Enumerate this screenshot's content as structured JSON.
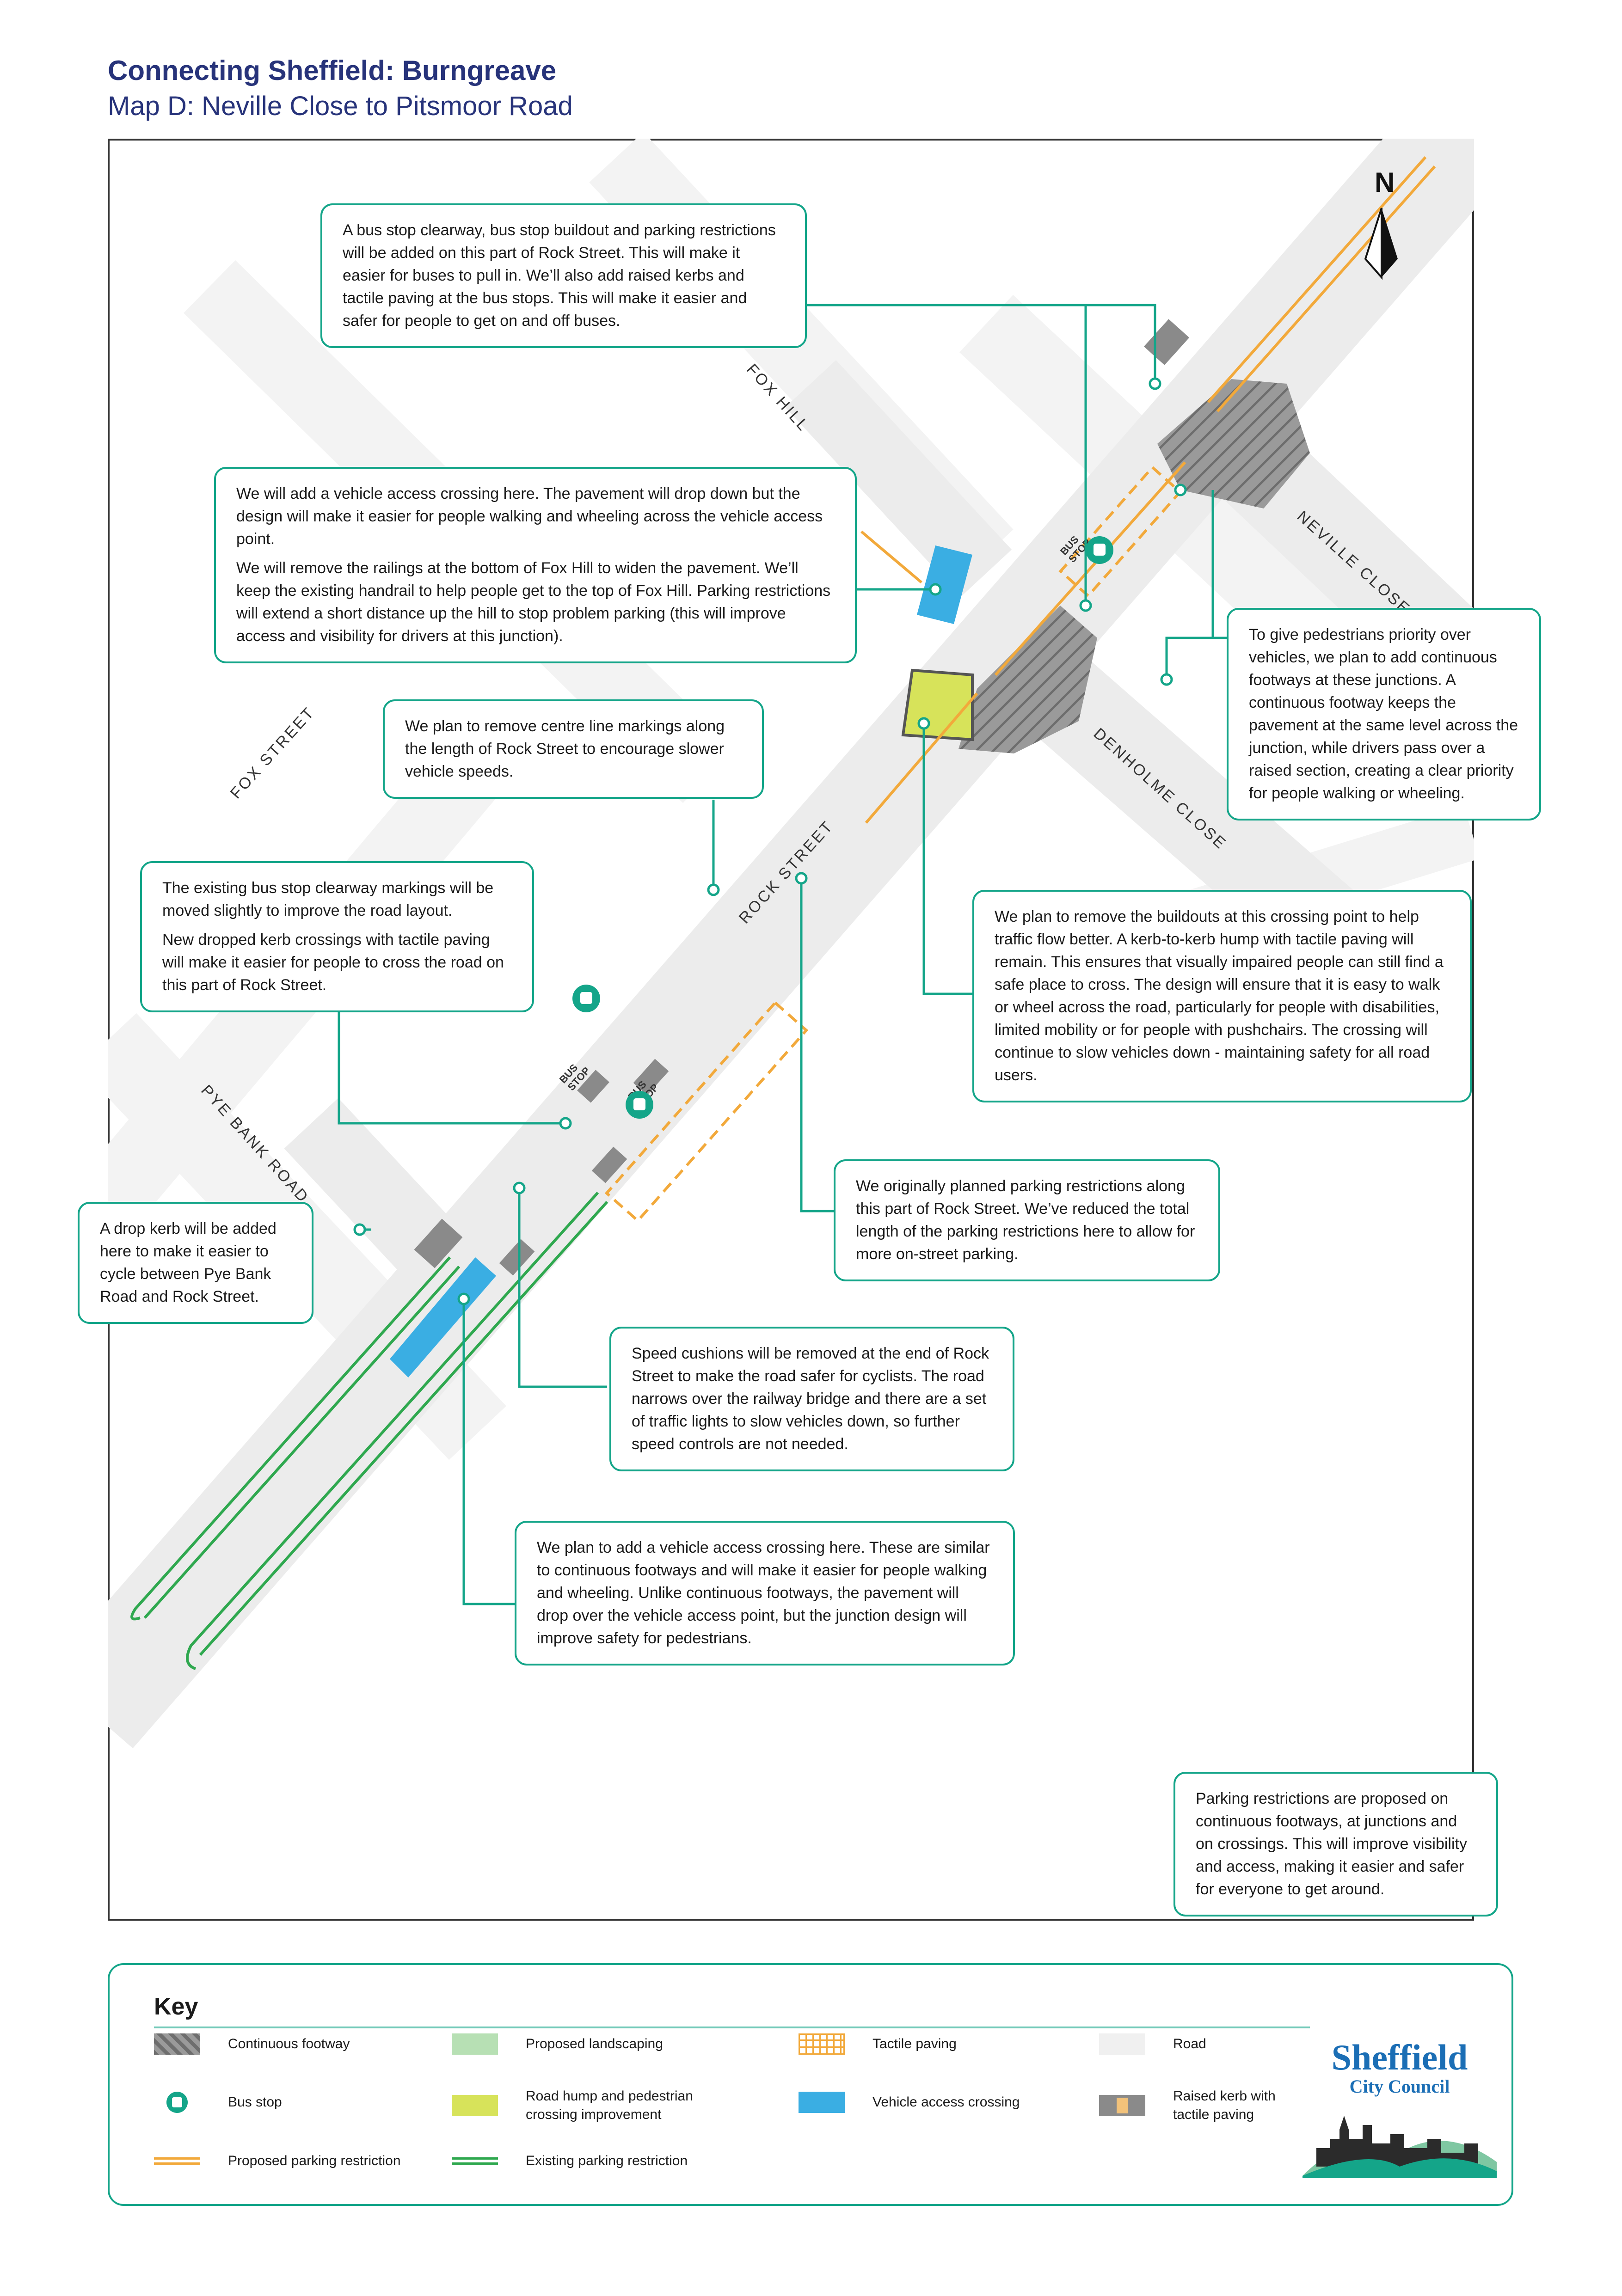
{
  "header": {
    "title": "Connecting Sheffield: Burngreave",
    "subtitle": "Map D: Neville Close to Pitsmoor Road"
  },
  "map": {
    "north_label": "N",
    "street_labels": {
      "fox_hill": "FOX HILL",
      "neville_close": "NEVILLE CLOSE",
      "denholme_close": "DENHOLME CLOSE",
      "fox_street": "FOX STREET",
      "rock_street": "ROCK STREET",
      "pye_bank_road": "PYE BANK ROAD"
    },
    "road_markings": {
      "bus_line1": "BUS",
      "bus_line2": "STOP"
    },
    "colors": {
      "road": "#ececec",
      "continuous_footway": "#8a8a8a",
      "tactile_paving": "#f2a93b",
      "vehicle_access": "#3aaee3",
      "crossing": "#d7e35a",
      "existing_parking": "#2fa84f",
      "callout_border": "#14a589",
      "title": "#27337a"
    }
  },
  "callouts": {
    "bus_stop_clearway": [
      "A bus stop clearway, bus stop buildout and parking restrictions will be added on this part of Rock Street. This will make it easier for buses to pull in. We’ll also add raised kerbs and tactile paving at the bus stops. This will make it easier and safer for people to get on and off buses."
    ],
    "vehicle_access_fox_hill": [
      "We will add a vehicle access crossing here. The pavement will drop down but the design will make it easier for people walking and wheeling across the vehicle access point.",
      "We will remove the railings at the bottom of Fox Hill to widen the pavement. We’ll keep the existing handrail to help people get to the top of Fox Hill. Parking restrictions will extend a short distance up the hill to stop problem parking (this will improve access and visibility for drivers at this junction)."
    ],
    "continuous_footways": [
      "To give pedestrians priority over vehicles, we plan to add continuous footways at these junctions. A continuous footway keeps the pavement at the same level across the junction, while drivers pass over a raised section, creating a clear priority for people walking or wheeling."
    ],
    "centre_line": [
      "We plan to remove centre line markings along the length of Rock Street to encourage slower vehicle speeds."
    ],
    "existing_bus_stop": [
      "The existing bus stop clearway markings will be moved slightly to improve the road layout.",
      "New dropped kerb crossings with tactile paving will make it easier for people to cross the road on this part of Rock Street."
    ],
    "remove_buildouts": [
      "We plan to remove the buildouts at this crossing point to help traffic flow better. A kerb-to-kerb hump with tactile paving will remain. This ensures that visually impaired people can still find a safe place to cross. The design will ensure that it is easy to walk or wheel across the road, particularly for people with disabilities, limited mobility or for people with pushchairs. The crossing will continue to slow vehicles down - maintaining safety for all road users."
    ],
    "drop_kerb": [
      "A drop kerb will be added here to make it easier to cycle between Pye Bank Road and Rock Street."
    ],
    "parking_reduced": [
      "We originally planned parking restrictions along this part of Rock Street. We’ve reduced the total length of the parking restrictions here to allow for more on-street parking."
    ],
    "speed_cushions": [
      "Speed cushions will be removed at the end of Rock Street to make the road safer for cyclists. The road narrows over the railway bridge and there are a set of traffic lights to slow vehicles down, so further speed controls are not needed."
    ],
    "vehicle_access_south": [
      "We plan to add a vehicle access crossing here. These are similar to continuous footways and will make it easier for people walking and wheeling. Unlike continuous footways, the pavement will drop over the vehicle access point, but the junction design will improve safety for pedestrians."
    ],
    "parking_restrictions_general": [
      "Parking restrictions are proposed on continuous footways, at junctions and on crossings. This will improve visibility and access, making it easier and safer for everyone to get around."
    ]
  },
  "key": {
    "title": "Key",
    "items": {
      "continuous_footway": "Continuous footway",
      "proposed_landscaping": "Proposed landscaping",
      "tactile_paving": "Tactile paving",
      "road": "Road",
      "bus_stop": "Bus stop",
      "road_hump": "Road hump and pedestrian crossing improvement",
      "vehicle_access_crossing": "Vehicle access crossing",
      "raised_kerb": "Raised kerb with tactile paving",
      "proposed_parking": "Proposed parking restriction",
      "existing_parking": "Existing parking restriction"
    }
  },
  "logo": {
    "line1": "Sheffield",
    "line2": "City Council"
  }
}
